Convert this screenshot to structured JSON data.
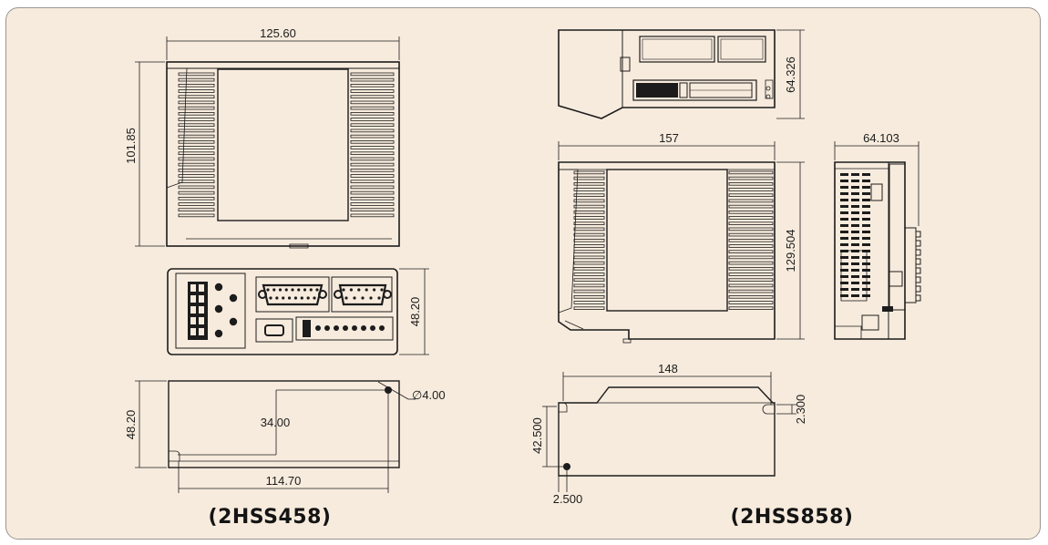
{
  "dimensions": {
    "d458_width": "125.60",
    "d458_height": "101.85",
    "d458_depth": "48.20",
    "d458_side_height": "48.20",
    "d458_hole_height": "34.00",
    "d458_hole_spacing": "114.70",
    "d458_hole_dia": "∅4.00",
    "d858_top_depth": "64.326",
    "d858_width": "157",
    "d858_height": "129.504",
    "d858_side_depth": "64.103",
    "d858_hole_spacing": "148",
    "d858_hole_offset_top": "2.300",
    "d858_hole_height": "42.500",
    "d858_hole_offset_left": "2.500"
  },
  "models": {
    "left": "(2HSS458)",
    "right": "(2HSS858)"
  },
  "colors": {
    "panel_background": "#f7ebdd",
    "panel_border": "#9a9590",
    "line": "#1c1c1c"
  }
}
